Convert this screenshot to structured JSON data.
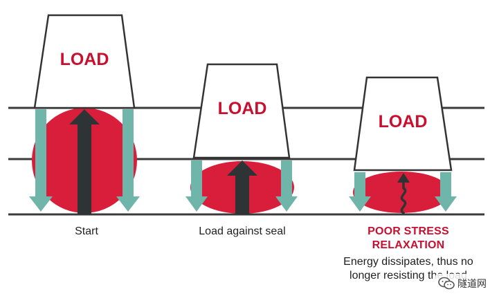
{
  "stages": [
    {
      "load_label": "LOAD",
      "caption": "Start"
    },
    {
      "load_label": "LOAD",
      "caption": "Load against seal"
    },
    {
      "load_label": "LOAD",
      "caption_title": "POOR STRESS RELAXATION",
      "caption": "Energy dissipates, thus no longer resisting the load"
    }
  ],
  "watermark": {
    "text": "隧道网",
    "icon": "wechat-logo-icon"
  },
  "colors": {
    "seal_red": "#d81e3a",
    "arrow_teal": "#6fb5aa",
    "arrow_dark": "#2e3436",
    "line_gray": "#3a3a3a",
    "load_text": "#c8102e",
    "title_red": "#c8102e"
  }
}
